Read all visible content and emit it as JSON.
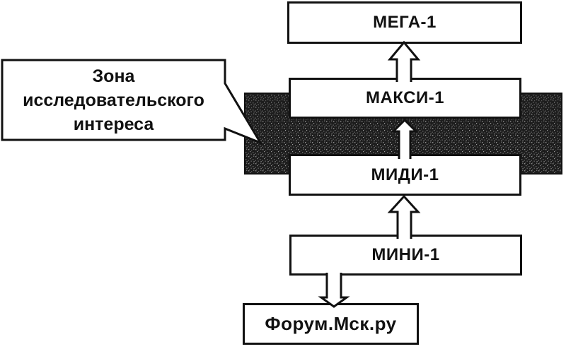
{
  "figure": {
    "background_color": "#ffffff",
    "line_color": "#111111",
    "band_base_color": "#1d1d1d",
    "band_speckle_color": "#8a8a8a"
  },
  "nodes": {
    "mega": {
      "label": "МЕГА-1"
    },
    "maksi": {
      "label": "МАКСИ-1"
    },
    "midi": {
      "label": "МИДИ-1"
    },
    "mini": {
      "label": "МИНИ-1"
    },
    "forum": {
      "label": "Форум.Мск.ру"
    }
  },
  "callout": {
    "text": "Зона\nисследовательского\nинтереса"
  },
  "edges": [
    {
      "from": "МИНИ-1",
      "to": "Форум.Мск.ру",
      "direction": "down",
      "style": "hollow-arrow"
    },
    {
      "from": "МИНИ-1",
      "to": "МИДИ-1",
      "direction": "up",
      "style": "hollow-arrow"
    },
    {
      "from": "МИДИ-1",
      "to": "МАКСИ-1",
      "direction": "up",
      "style": "hollow-arrow"
    },
    {
      "from": "МАКСИ-1",
      "to": "МЕГА-1",
      "direction": "up",
      "style": "hollow-arrow"
    }
  ]
}
